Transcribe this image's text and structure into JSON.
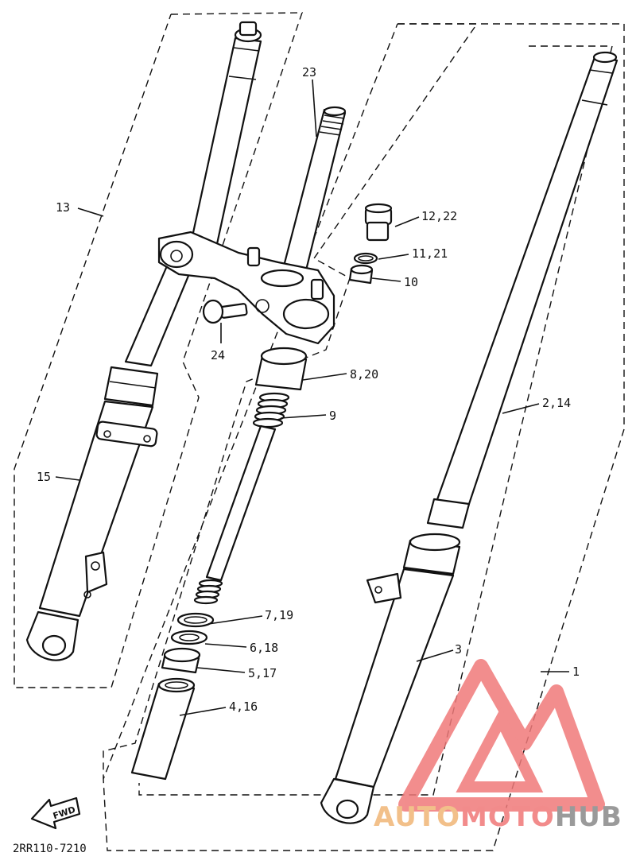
{
  "diagram_code": "2RR110-7210",
  "fwd_label": "FWD",
  "watermark": {
    "part1": "AUTO",
    "part2": "MOTO",
    "part3": "HUB",
    "colors": {
      "auto": "#f2c08a",
      "moto": "#f28b8b",
      "hub": "#9a9a9a",
      "logo": "#f07a7a"
    }
  },
  "callouts": [
    {
      "id": "c23",
      "text": "23"
    },
    {
      "id": "c13",
      "text": "13"
    },
    {
      "id": "c1222",
      "text": "12,22"
    },
    {
      "id": "c1121",
      "text": "11,21"
    },
    {
      "id": "c10",
      "text": "10"
    },
    {
      "id": "c24",
      "text": "24"
    },
    {
      "id": "c820",
      "text": "8,20"
    },
    {
      "id": "c9",
      "text": "9"
    },
    {
      "id": "c214",
      "text": "2,14"
    },
    {
      "id": "c15",
      "text": "15"
    },
    {
      "id": "c719",
      "text": "7,19"
    },
    {
      "id": "c618",
      "text": "6,18"
    },
    {
      "id": "c3",
      "text": "3"
    },
    {
      "id": "c517",
      "text": "5,17"
    },
    {
      "id": "c1",
      "text": "1"
    },
    {
      "id": "c416",
      "text": "4,16"
    }
  ]
}
